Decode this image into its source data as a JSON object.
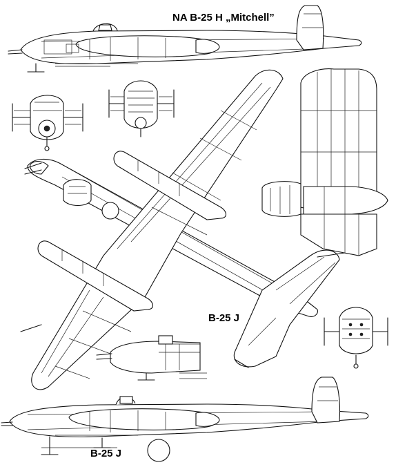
{
  "labels": {
    "title": "NA B-25 H „Mitchell”",
    "middle": "B-25 J",
    "bottom": "B-25 J"
  }
}
